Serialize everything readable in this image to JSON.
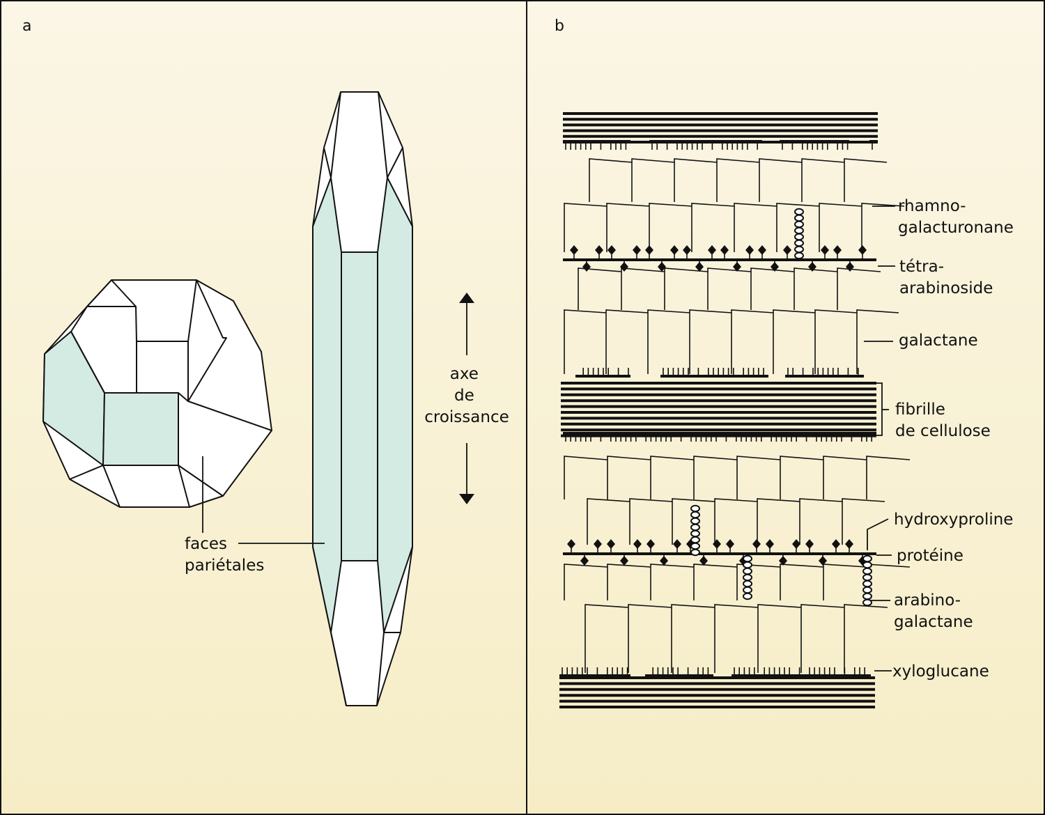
{
  "panels": {
    "a": {
      "letter": "a",
      "label_faces": [
        "faces",
        "pariétales"
      ],
      "label_axis": [
        "axe",
        "de",
        "croissance"
      ]
    },
    "b": {
      "letter": "b",
      "labels": {
        "rhamno": [
          "rhamno-",
          "galacturonane"
        ],
        "tetra": [
          "tétra-",
          "arabinoside"
        ],
        "galactane": "galactane",
        "fibrille": [
          "fibrille",
          "de cellulose"
        ],
        "hydroxyproline": "hydroxyproline",
        "proteine": "protéine",
        "arabino": [
          "arabino-",
          "galactane"
        ],
        "xyloglucane": "xyloglucane"
      }
    }
  },
  "colors": {
    "background_top": "#fbf6e6",
    "background_bottom": "#f6edc6",
    "face_fill": "#d4ebe3",
    "line": "#111111"
  }
}
